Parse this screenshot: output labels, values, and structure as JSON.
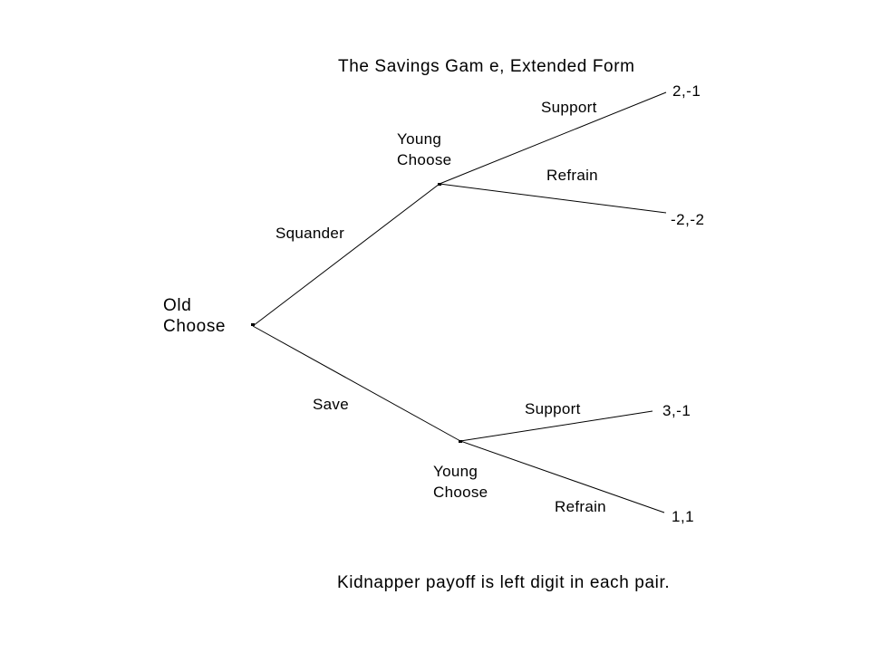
{
  "title": "The Savings Gam e, Extended Form",
  "footnote": "Kidnapper payoff is left digit in each pair.",
  "root": {
    "label_line1": "Old",
    "label_line2": "Choose"
  },
  "top_branch": {
    "action": "Squander",
    "node_label_line1": "Young",
    "node_label_line2": "Choose",
    "support": {
      "action": "Support",
      "payoff": "2,-1"
    },
    "refrain": {
      "action": "Refrain",
      "payoff": "-2,-2"
    }
  },
  "bottom_branch": {
    "action": "Save",
    "node_label_line1": "Young",
    "node_label_line2": "Choose",
    "support": {
      "action": "Support",
      "payoff": "3,-1"
    },
    "refrain": {
      "action": "Refrain",
      "payoff": "1,1"
    }
  },
  "colors": {
    "background": "#ffffff",
    "line": "#000000",
    "text": "#000000"
  }
}
